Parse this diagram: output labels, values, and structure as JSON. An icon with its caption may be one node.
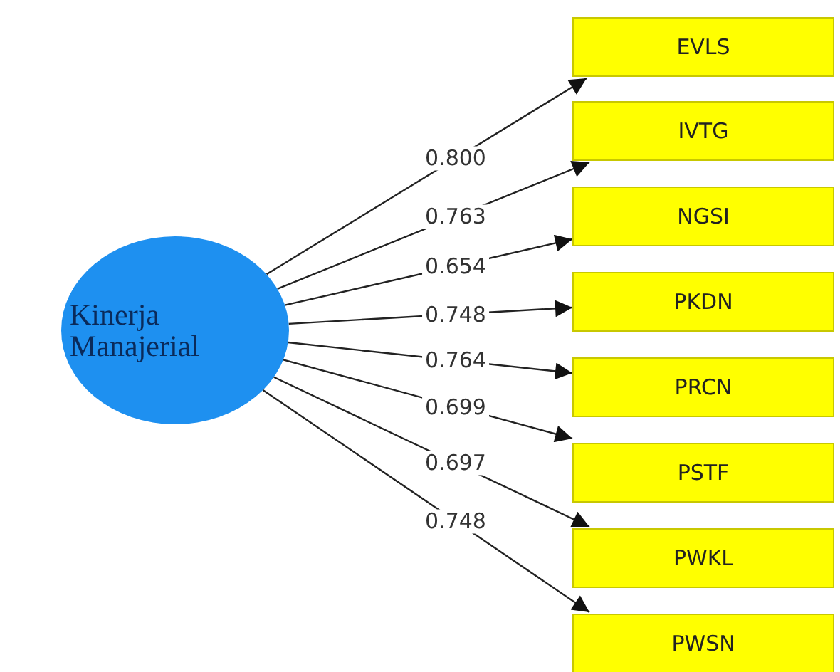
{
  "diagram": {
    "nodes": [
      {
        "text": [
          "Kinerja Manajerial"
        ]
      },
      {
        "text": [
          "EVLS"
        ]
      },
      {
        "text": [
          "IVTG"
        ]
      },
      {
        "text": [
          "NGSI"
        ]
      },
      {
        "text": [
          "PKDN"
        ]
      },
      {
        "text": [
          "PRCN"
        ]
      },
      {
        "text": [
          "PSTF"
        ]
      },
      {
        "text": [
          "PWKL"
        ]
      },
      {
        "text": [
          "PWSN"
        ]
      }
    ],
    "edges": [
      {
        "from": 0,
        "to": 1,
        "arrow": "to",
        "label": "0.800"
      },
      {
        "from": 0,
        "to": 2,
        "arrow": "to",
        "label": "0.763"
      },
      {
        "from": 0,
        "to": 3,
        "arrow": "to",
        "label": "0.654"
      },
      {
        "from": 0,
        "to": 4,
        "arrow": "to",
        "label": "0.748"
      },
      {
        "from": 0,
        "to": 5,
        "arrow": "to",
        "label": "0.764"
      },
      {
        "from": 0,
        "to": 6,
        "arrow": "to",
        "label": "0.699"
      },
      {
        "from": 0,
        "to": 7,
        "arrow": "to",
        "label": "0.697"
      },
      {
        "from": 0,
        "to": 8,
        "arrow": "to",
        "label": "0.748"
      }
    ]
  }
}
